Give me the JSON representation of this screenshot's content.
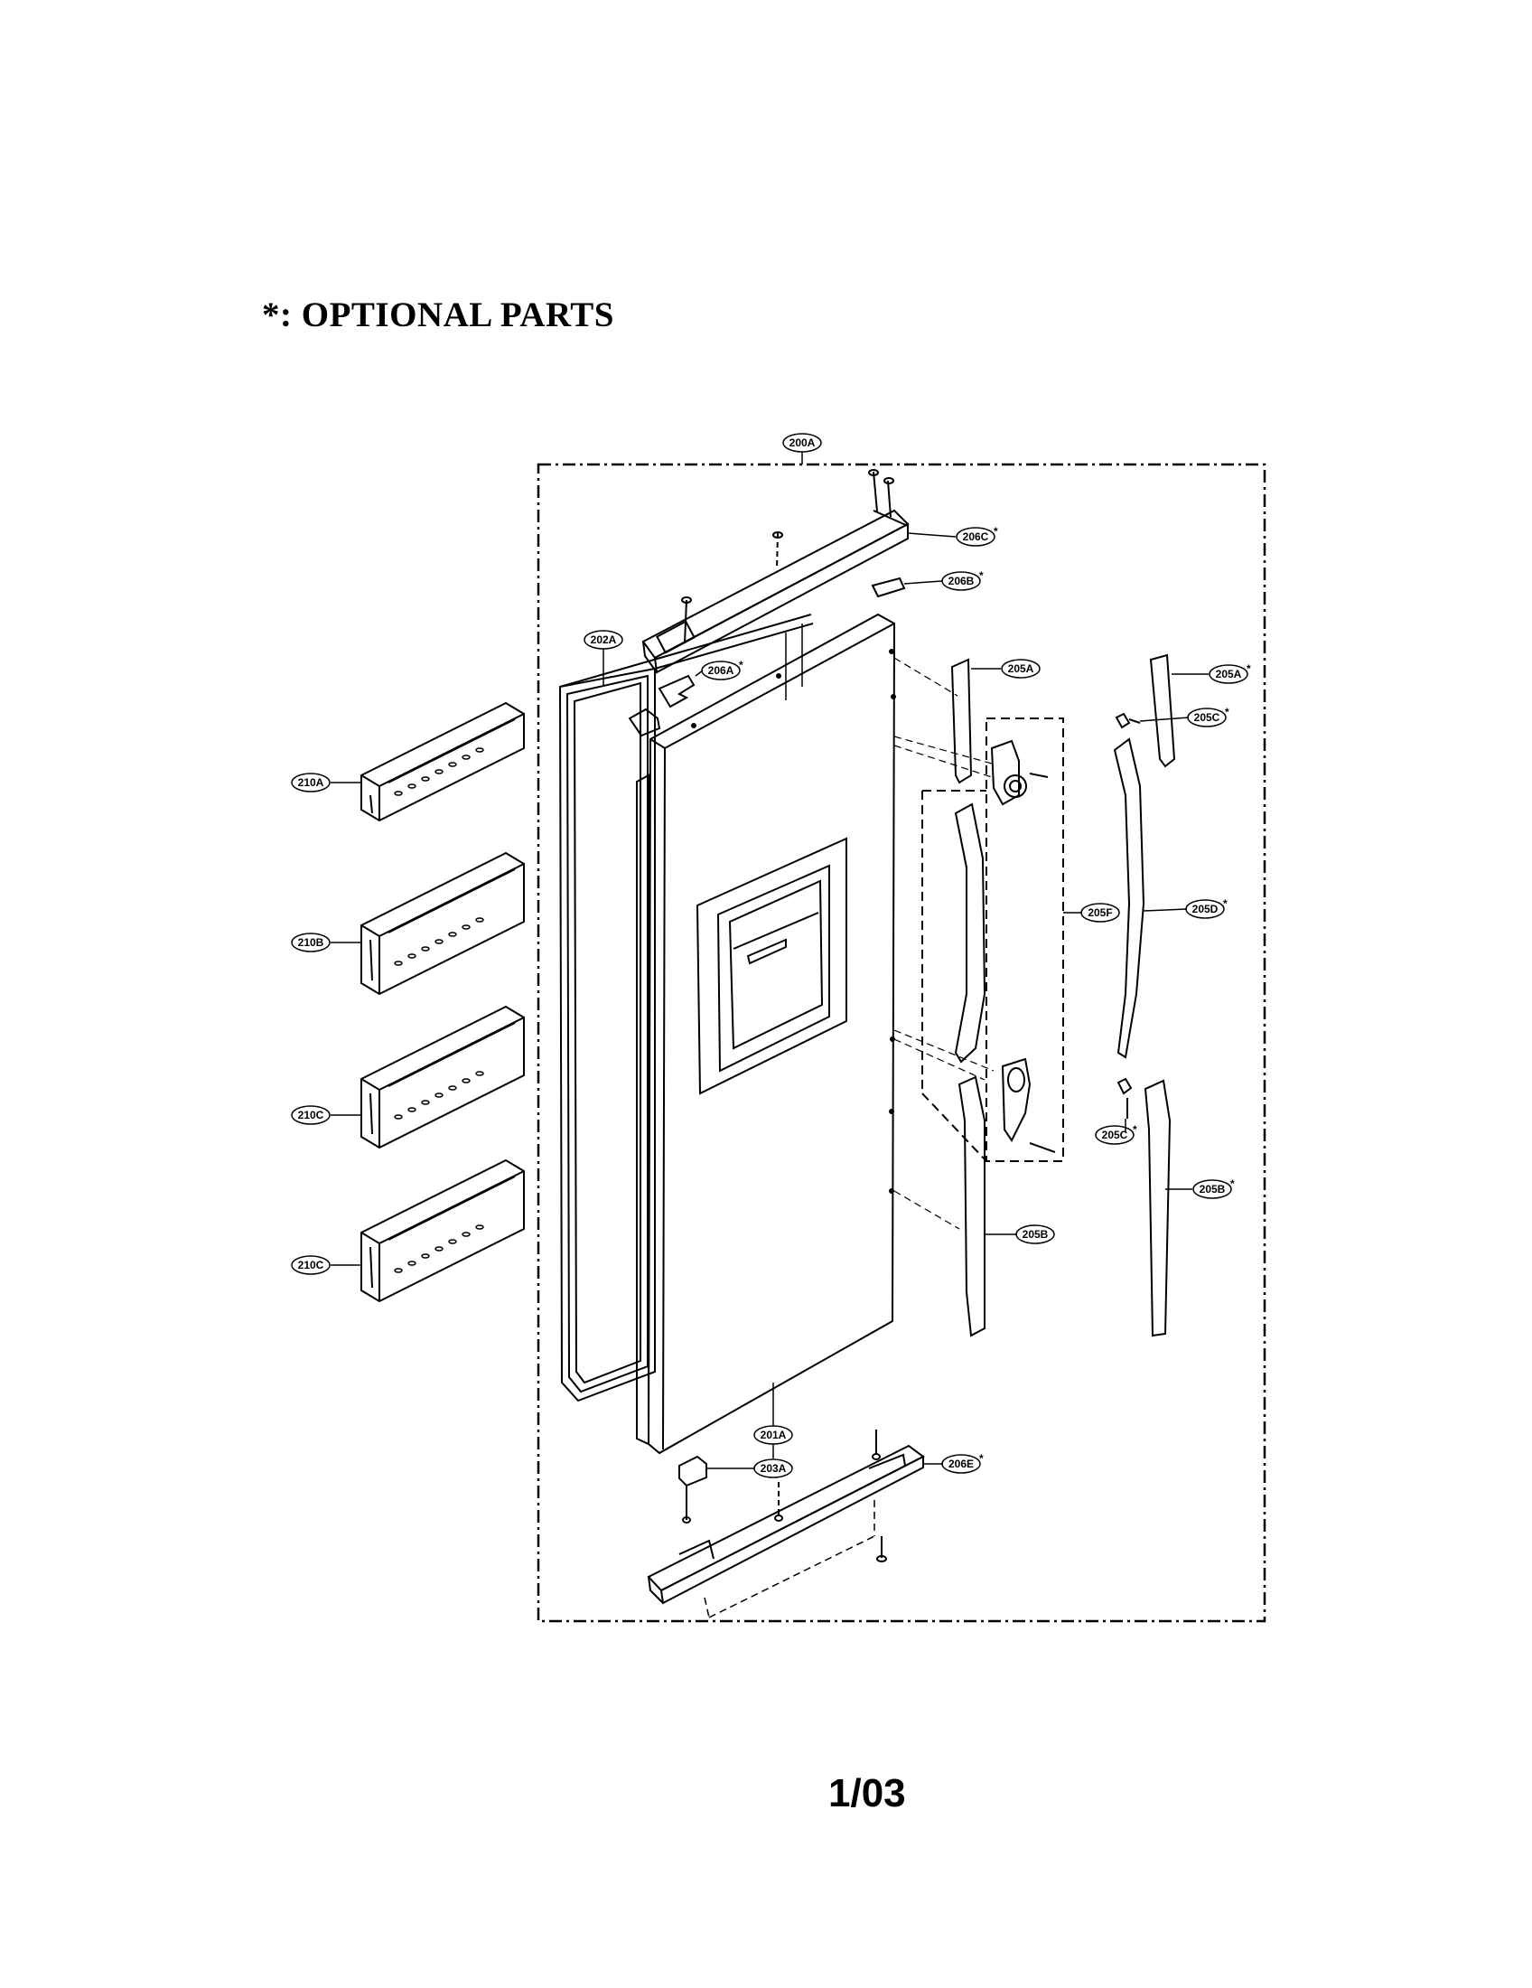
{
  "title": "*: OPTIONAL PARTS",
  "page_number": "1/03",
  "labels": {
    "l200A": "200A",
    "l206C": "206C",
    "l206B": "206B",
    "l202A": "202A",
    "l206A": "206A",
    "l205A_1": "205A",
    "l205A_2": "205A",
    "l205C_1": "205C",
    "l205C_2": "205C",
    "l205D": "205D",
    "l205F": "205F",
    "l205B_1": "205B",
    "l205B_2": "205B",
    "l210A": "210A",
    "l210B": "210B",
    "l210C_1": "210C",
    "l210C_2": "210C",
    "l201A": "201A",
    "l203A": "203A",
    "l206E": "206E"
  },
  "asterisk": "*"
}
